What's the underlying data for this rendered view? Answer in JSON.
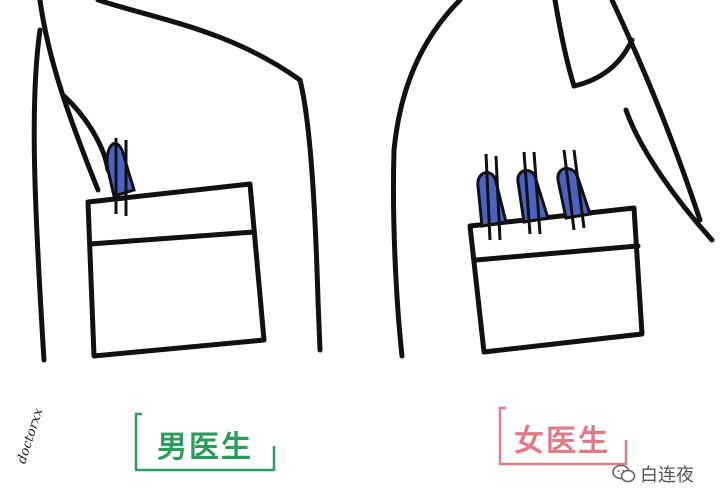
{
  "labels": {
    "male": "男医生",
    "female": "女医生"
  },
  "signature": "doctorxx",
  "watermark": {
    "icon": "wechat-icon",
    "text": "白连夜"
  },
  "pens": {
    "male_count": 1,
    "female_count": 3,
    "color": "#4a63c4"
  },
  "colors": {
    "outline": "#111111",
    "male_accent": "#2a9d5c",
    "female_accent": "#e07a84"
  }
}
